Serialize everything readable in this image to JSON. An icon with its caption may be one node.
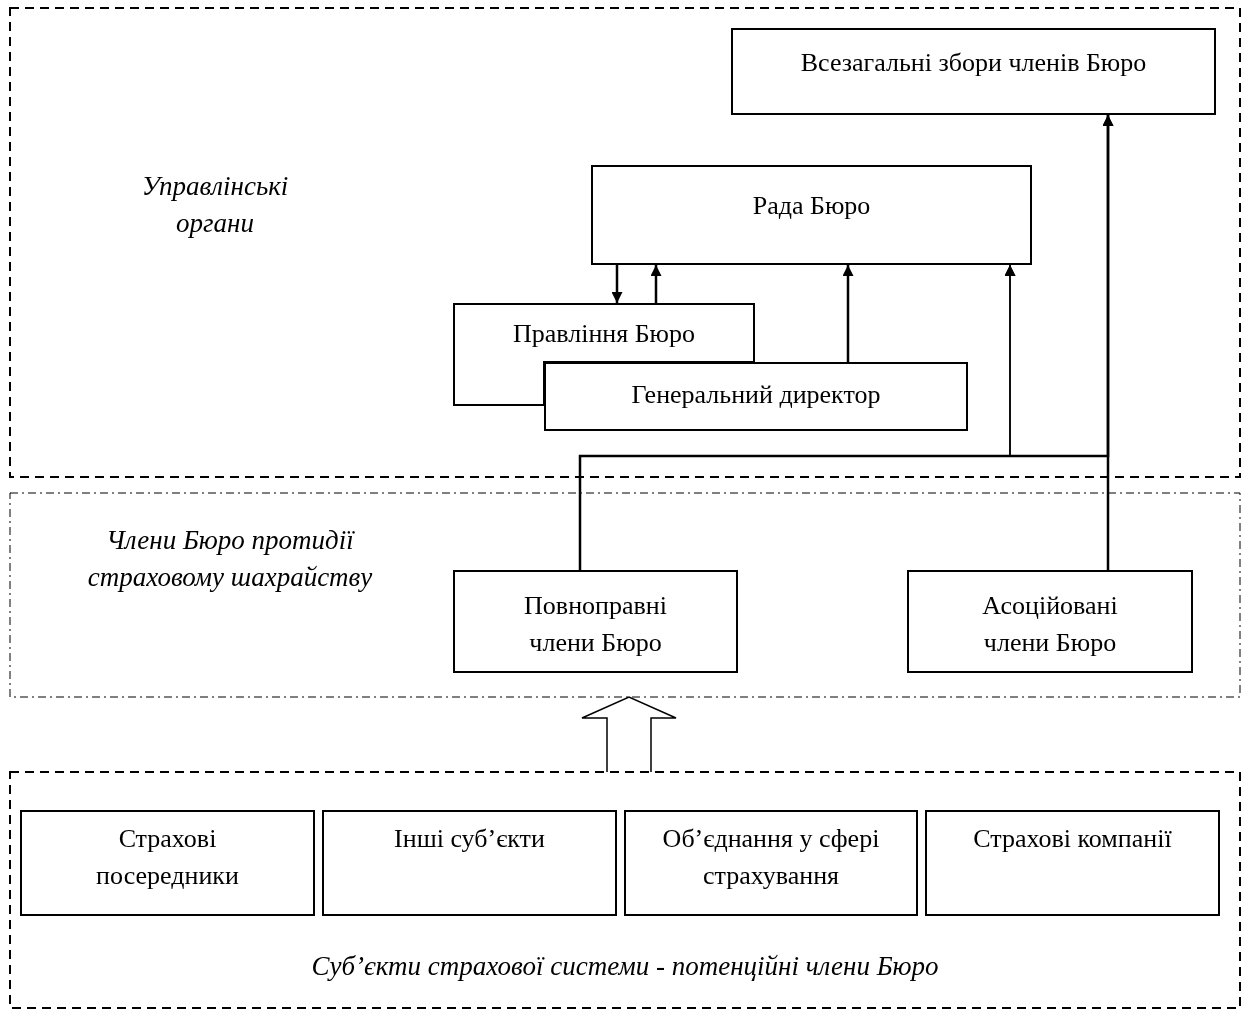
{
  "diagram": {
    "nodes": [
      {
        "text": [
          "Управлінські органи"
        ]
      },
      {
        "text": [
          "Всезагальні збори членів Бюро"
        ],
        "in": 0
      },
      {
        "text": [
          "Рада Бюро"
        ],
        "in": 0
      },
      {
        "text": [
          "Правління Бюро"
        ],
        "in": 0
      },
      {
        "text": [
          "Генеральний директор"
        ],
        "in": 0
      },
      {
        "text": [
          "Члени Бюро протидії страховому шахрайству"
        ]
      },
      {
        "text": [
          "Повноправні члени Бюро"
        ],
        "in": 5
      },
      {
        "text": [
          "Асоційовані члени Бюро"
        ],
        "in": 5
      },
      {
        "text": [
          "Суб’єкти страхової системи - потенційні члени Бюро"
        ]
      },
      {
        "text": [
          "Страхові посередники"
        ],
        "in": 8
      },
      {
        "text": [
          "Інші суб’єкти"
        ],
        "in": 8
      },
      {
        "text": [
          "Об’єднання у сфері страхування"
        ],
        "in": 8
      },
      {
        "text": [
          "Страхові компанії"
        ],
        "in": 8
      }
    ],
    "edges": [
      {
        "from": 2,
        "to": 3,
        "arrow": "to"
      },
      {
        "from": 3,
        "to": 2,
        "arrow": "to"
      },
      {
        "from": 4,
        "to": 2,
        "arrow": "to"
      },
      {
        "from": 6,
        "to": 2,
        "arrow": "to"
      },
      {
        "from": 6,
        "to": 1,
        "arrow": "to"
      },
      {
        "from": 7,
        "to": 1,
        "arrow": "to"
      },
      {
        "from": 7,
        "to": 2,
        "arrow": "to"
      },
      {
        "from": 8,
        "to": 5,
        "arrow": "to",
        "style": "thick"
      }
    ]
  }
}
